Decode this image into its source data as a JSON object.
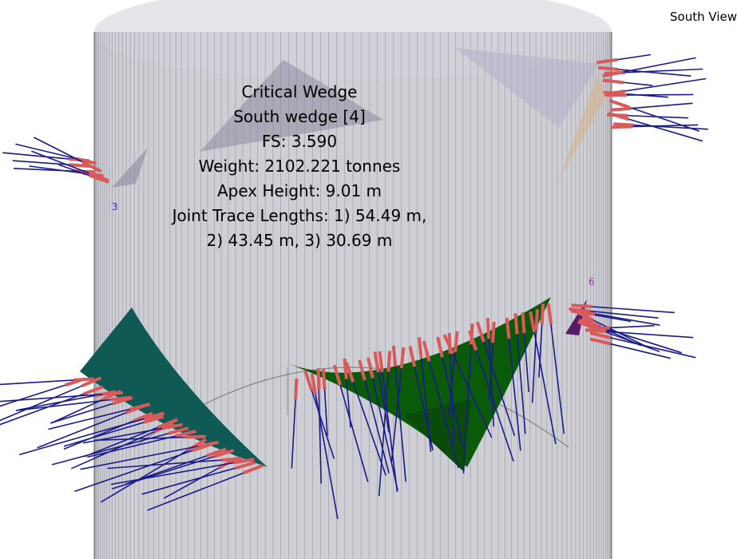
{
  "view_label": "South View",
  "info": {
    "title": "Critical Wedge",
    "wedge_name": "South wedge [4]",
    "fs": "FS: 3.590",
    "weight": "Weight: 2102.221 tonnes",
    "apex_height": "Apex Height: 9.01 m",
    "trace_lengths_1": "Joint Trace Lengths: 1) 54.49 m,",
    "trace_lengths_2": "2) 43.45 m,  3) 30.69 m"
  },
  "wedge_labels": {
    "w3": "3",
    "w6": "6"
  },
  "colors": {
    "excavation": "#c4c4cc",
    "grid_lines": "#7a7a82",
    "bolt": "#1a1a8c",
    "bolt_anchor": "#d85a5a",
    "wedge_green": "#0a5a0a",
    "wedge_teal": "#0f5a55",
    "wedge_purple": "#5a1a6a",
    "wedge_light": "#b8b8c8",
    "label_blue": "#3333cc",
    "label_purple": "#993399"
  }
}
